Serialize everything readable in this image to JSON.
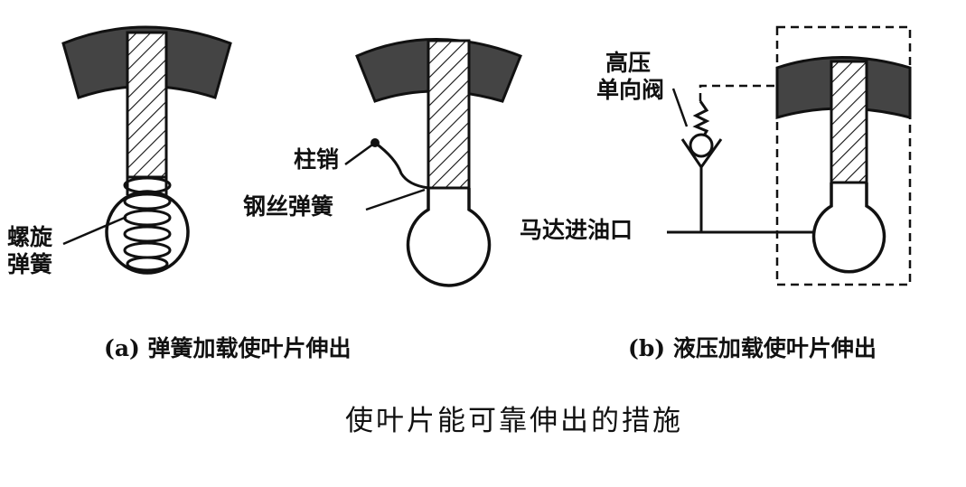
{
  "labels": {
    "spiral_spring": [
      "螺旋",
      "弹簧"
    ],
    "pin": "柱销",
    "wire_spring": "钢丝弹簧",
    "hp_check_valve": [
      "高压",
      "单向阀"
    ],
    "motor_inlet": "马达进油口"
  },
  "captions": {
    "a": "(a) 弹簧加载使叶片伸出",
    "b": "(b) 液压加载使叶片伸出"
  },
  "title": "使叶片能可靠伸出的措施"
}
